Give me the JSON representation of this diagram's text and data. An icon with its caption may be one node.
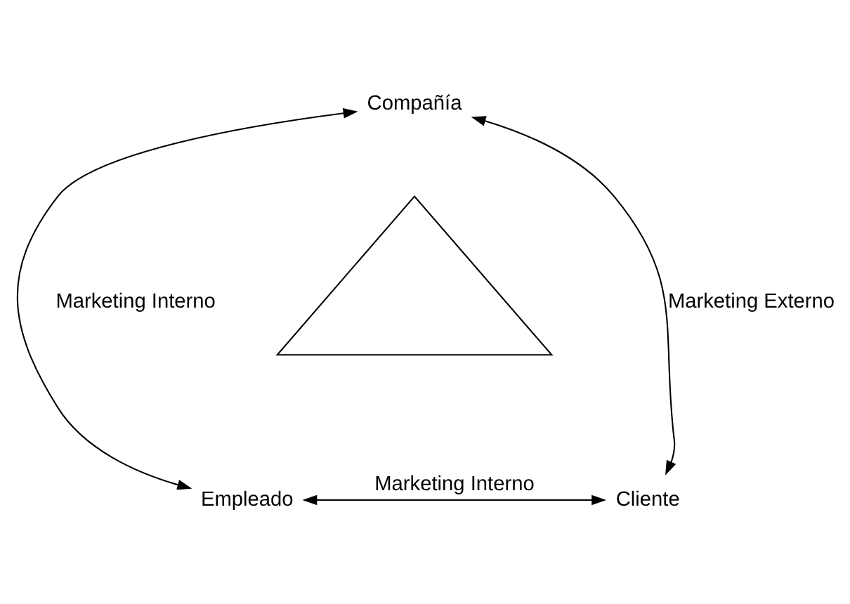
{
  "diagram": {
    "nodes": [
      {
        "text": [
          "Compañía"
        ]
      },
      {
        "text": [],
        "shape": "triangle"
      },
      {
        "text": [
          "Empleado"
        ]
      },
      {
        "text": [
          "Cliente"
        ]
      }
    ],
    "edges": [
      {
        "from": 0,
        "to": 2,
        "arrow": "both",
        "label": "Marketing Interno"
      },
      {
        "from": 0,
        "to": 3,
        "arrow": "both",
        "label": "Marketing Externo"
      },
      {
        "from": 2,
        "to": 3,
        "arrow": "both",
        "label": "Marketing Interno"
      }
    ]
  }
}
